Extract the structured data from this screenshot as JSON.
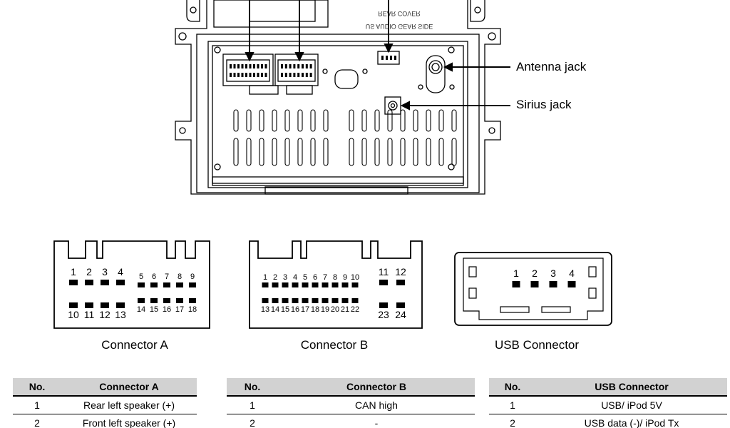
{
  "callouts": {
    "antenna": "Antenna jack",
    "sirius": "Sirius jack"
  },
  "connectors": {
    "a": {
      "caption": "Connector A",
      "pins": [
        "1",
        "2",
        "3",
        "4",
        "5",
        "6",
        "7",
        "8",
        "9",
        "10",
        "11",
        "12",
        "13",
        "14",
        "15",
        "16",
        "17",
        "18"
      ]
    },
    "b": {
      "caption": "Connector B",
      "pins": [
        "1",
        "2",
        "3",
        "4",
        "5",
        "6",
        "7",
        "8",
        "9",
        "10",
        "11",
        "12",
        "13",
        "14",
        "15",
        "16",
        "17",
        "18",
        "19",
        "20",
        "21",
        "22",
        "23",
        "24"
      ]
    },
    "usb": {
      "caption": "USB Connector",
      "pins": [
        "1",
        "2",
        "3",
        "4"
      ]
    }
  },
  "tables": {
    "a": {
      "headers": [
        "No.",
        "Connector A"
      ],
      "rows": [
        [
          "1",
          "Rear left speaker (+)"
        ],
        [
          "2",
          "Front left speaker (+)"
        ]
      ]
    },
    "b": {
      "headers": [
        "No.",
        "Connector B"
      ],
      "rows": [
        [
          "1",
          "CAN high"
        ],
        [
          "2",
          "-"
        ]
      ]
    },
    "usb": {
      "headers": [
        "No.",
        "USB Connector"
      ],
      "rows": [
        [
          "1",
          "USB/ iPod 5V"
        ],
        [
          "2",
          "USB data (-)/ iPod Tx"
        ]
      ]
    }
  }
}
